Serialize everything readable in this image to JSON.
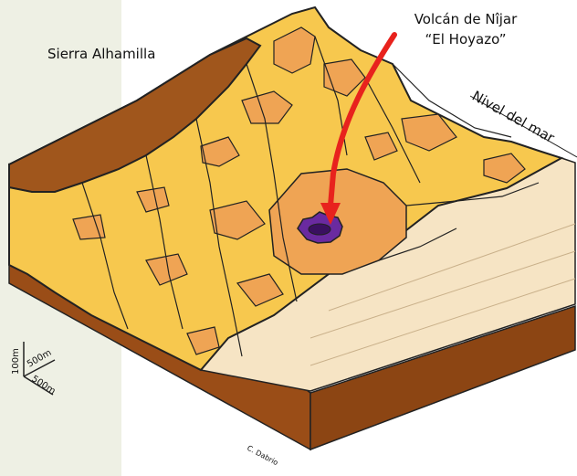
{
  "labels": {
    "sierra": "Sierra Alhamilla",
    "volcano_line1": "Volcán de Nîjar",
    "volcano_line2": "“El Hoyazo”",
    "sea_level": "Nivel del mar",
    "credit": "C. Dabrio"
  },
  "scale": {
    "vertical": "100m",
    "horizontal_1": "500m",
    "horizontal_2": "500m"
  },
  "colors": {
    "background_strip": "#eef0e4",
    "mountains": "#a0561c",
    "alluvial_fans": "#f7c84e",
    "fan_surfaces": "#efa454",
    "block_front": "#f6e4c4",
    "block_base": "#9a4d17",
    "volcano": "#6a2aa0",
    "arrow": "#e8221d"
  }
}
